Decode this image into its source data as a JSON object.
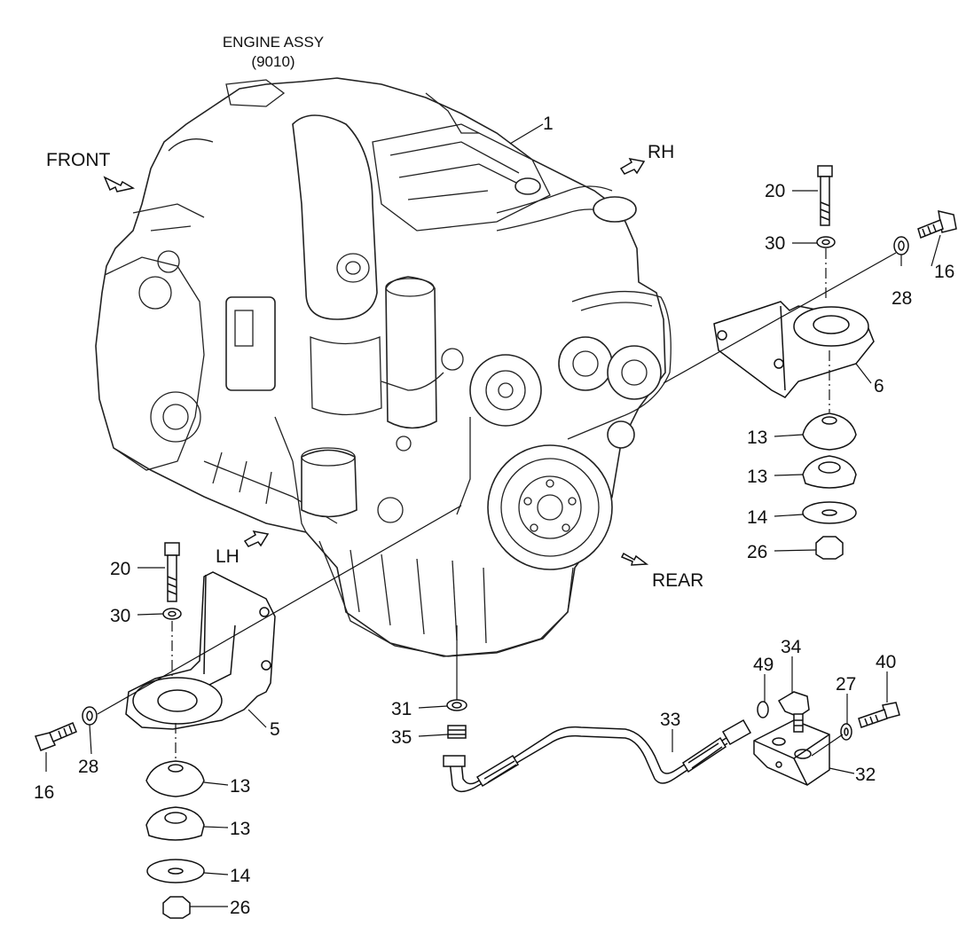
{
  "header": {
    "title": "ENGINE ASSY",
    "code": "(9010)"
  },
  "directions": {
    "front": "FRONT",
    "rh": "RH",
    "lh": "LH",
    "rear": "REAR"
  },
  "callouts": {
    "c1": "1",
    "c20_top": "20",
    "c30_top": "30",
    "c16_top": "16",
    "c28_top": "28",
    "c6": "6",
    "c13_top_a": "13",
    "c13_top_b": "13",
    "c14_top": "14",
    "c26_top": "26",
    "c20_bot": "20",
    "c30_bot": "30",
    "c16_bot": "16",
    "c28_bot": "28",
    "c5": "5",
    "c13_bot_a": "13",
    "c13_bot_b": "13",
    "c14_bot": "14",
    "c26_bot": "26",
    "c31": "31",
    "c35": "35",
    "c33": "33",
    "c49": "49",
    "c34": "34",
    "c27": "27",
    "c40": "40",
    "c32": "32"
  }
}
